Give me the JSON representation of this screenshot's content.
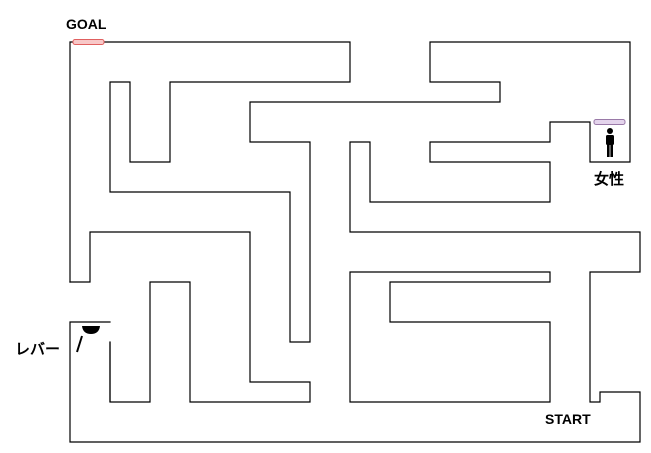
{
  "labels": {
    "goal": "GOAL",
    "start": "START",
    "woman": "女性",
    "lever": "レバー"
  },
  "colors": {
    "wall": "#000000",
    "goal_marker": "#f8c8c8",
    "goal_marker_border": "#e06060",
    "gate_marker": "#e4d4ec",
    "gate_marker_border": "#9a7aa8",
    "person": "#000000"
  },
  "icons": {
    "person": "person-icon",
    "lever": "lever-icon"
  }
}
